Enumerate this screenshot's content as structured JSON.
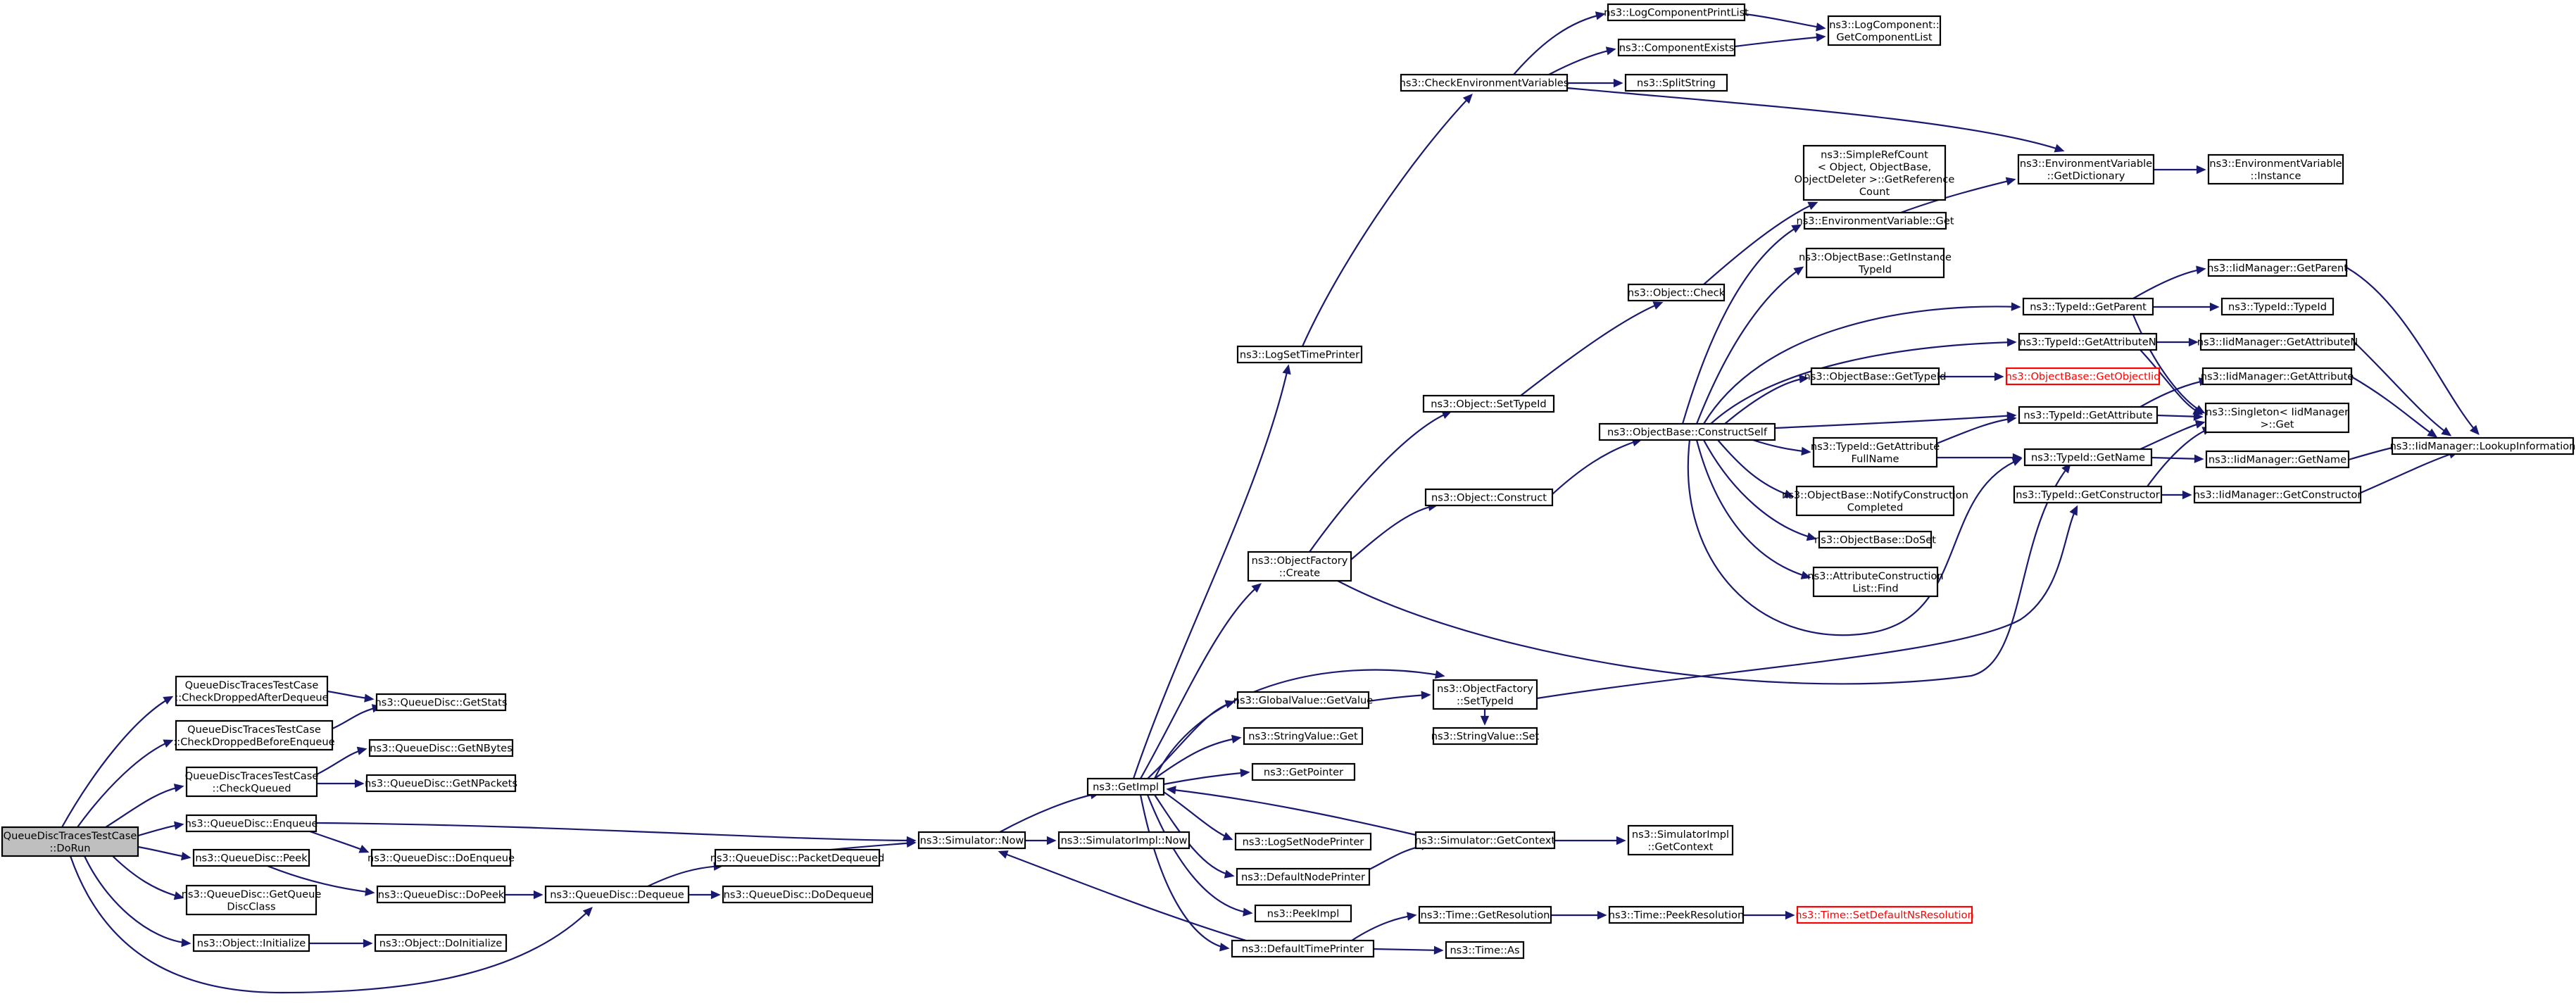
{
  "nodes": {
    "root": {
      "lines": [
        "QueueDiscTracesTestCase",
        "::DoRun"
      ]
    },
    "cdad": {
      "lines": [
        "QueueDiscTracesTestCase",
        "::CheckDroppedAfterDequeue"
      ]
    },
    "cdbe": {
      "lines": [
        "QueueDiscTracesTestCase",
        "::CheckDroppedBeforeEnqueue"
      ]
    },
    "cq": {
      "lines": [
        "QueueDiscTracesTestCase",
        "::CheckQueued"
      ]
    },
    "enq": {
      "lines": [
        "ns3::QueueDisc::Enqueue"
      ]
    },
    "peek": {
      "lines": [
        "ns3::QueueDisc::Peek"
      ]
    },
    "gqdc": {
      "lines": [
        "ns3::QueueDisc::GetQueue",
        "DiscClass"
      ]
    },
    "oinit": {
      "lines": [
        "ns3::Object::Initialize"
      ]
    },
    "gstats": {
      "lines": [
        "ns3::QueueDisc::GetStats"
      ]
    },
    "gnbytes": {
      "lines": [
        "ns3::QueueDisc::GetNBytes"
      ]
    },
    "gnpackets": {
      "lines": [
        "ns3::QueueDisc::GetNPackets"
      ]
    },
    "doenq": {
      "lines": [
        "ns3::QueueDisc::DoEnqueue"
      ]
    },
    "dopeek": {
      "lines": [
        "ns3::QueueDisc::DoPeek"
      ]
    },
    "odoinit": {
      "lines": [
        "ns3::Object::DoInitialize"
      ]
    },
    "deq": {
      "lines": [
        "ns3::QueueDisc::Dequeue"
      ]
    },
    "pktdeq": {
      "lines": [
        "ns3::QueueDisc::PacketDequeued"
      ]
    },
    "dodeq": {
      "lines": [
        "ns3::QueueDisc::DoDequeue"
      ]
    },
    "snow": {
      "lines": [
        "ns3::Simulator::Now"
      ]
    },
    "sinow": {
      "lines": [
        "ns3::SimulatorImpl::Now"
      ]
    },
    "getimpl": {
      "lines": [
        "ns3::GetImpl"
      ]
    },
    "logstp": {
      "lines": [
        "ns3::LogSetTimePrinter"
      ]
    },
    "checkenv": {
      "lines": [
        "ns3::CheckEnvironmentVariables"
      ]
    },
    "lcpl": {
      "lines": [
        "ns3::LogComponentPrintList"
      ]
    },
    "compex": {
      "lines": [
        "ns3::ComponentExists"
      ]
    },
    "splitstr": {
      "lines": [
        "ns3::SplitString"
      ]
    },
    "lcgcl": {
      "lines": [
        "ns3::LogComponent::",
        "GetComponentList"
      ]
    },
    "evgetdict": {
      "lines": [
        "ns3::EnvironmentVariable",
        "::GetDictionary"
      ]
    },
    "evinst": {
      "lines": [
        "ns3::EnvironmentVariable",
        "::Instance"
      ]
    },
    "ofcreate": {
      "lines": [
        "ns3::ObjectFactory",
        "::Create"
      ]
    },
    "osettid": {
      "lines": [
        "ns3::Object::SetTypeId"
      ]
    },
    "oconstruct": {
      "lines": [
        "ns3::Object::Construct"
      ]
    },
    "ocheck": {
      "lines": [
        "ns3::Object::Check"
      ]
    },
    "srcgrc": {
      "lines": [
        "ns3::SimpleRefCount",
        "< Object, ObjectBase,",
        " ObjectDeleter >::GetReference",
        "Count"
      ]
    },
    "evget": {
      "lines": [
        "ns3::EnvironmentVariable::Get"
      ]
    },
    "obgit": {
      "lines": [
        "ns3::ObjectBase::GetInstance",
        "TypeId"
      ]
    },
    "obcs": {
      "lines": [
        "ns3::ObjectBase::ConstructSelf"
      ]
    },
    "obgtid": {
      "lines": [
        "ns3::ObjectBase::GetTypeId"
      ]
    },
    "obgoid": {
      "lines": [
        "ns3::ObjectBase::GetObjectIid"
      ]
    },
    "tgafn": {
      "lines": [
        "ns3::TypeId::GetAttribute",
        "FullName"
      ]
    },
    "obnc": {
      "lines": [
        "ns3::ObjectBase::NotifyConstruction",
        "Completed"
      ]
    },
    "obdoset": {
      "lines": [
        "ns3::ObjectBase::DoSet"
      ]
    },
    "aclfind": {
      "lines": [
        "ns3::AttributeConstruction",
        "List::Find"
      ]
    },
    "tgetparent": {
      "lines": [
        "ns3::TypeId::GetParent"
      ]
    },
    "tgetattrn": {
      "lines": [
        "ns3::TypeId::GetAttributeN"
      ]
    },
    "tgetattr": {
      "lines": [
        "ns3::TypeId::GetAttribute"
      ]
    },
    "tgetname": {
      "lines": [
        "ns3::TypeId::GetName"
      ]
    },
    "tgetctor": {
      "lines": [
        "ns3::TypeId::GetConstructor"
      ]
    },
    "iidgp": {
      "lines": [
        "ns3::IidManager::GetParent"
      ]
    },
    "ttypeid": {
      "lines": [
        "ns3::TypeId::TypeId"
      ]
    },
    "iidgan": {
      "lines": [
        "ns3::IidManager::GetAttributeN"
      ]
    },
    "iidga": {
      "lines": [
        "ns3::IidManager::GetAttribute"
      ]
    },
    "singget": {
      "lines": [
        "ns3::Singleton< IidManager",
        " >::Get"
      ]
    },
    "iidgn": {
      "lines": [
        "ns3::IidManager::GetName"
      ]
    },
    "iidgc": {
      "lines": [
        "ns3::IidManager::GetConstructor"
      ]
    },
    "iidli": {
      "lines": [
        "ns3::IidManager::LookupInformation"
      ]
    },
    "gvgv": {
      "lines": [
        "ns3::GlobalValue::GetValue"
      ]
    },
    "svget": {
      "lines": [
        "ns3::StringValue::Get"
      ]
    },
    "getptr": {
      "lines": [
        "ns3::GetPointer"
      ]
    },
    "ofsettid": {
      "lines": [
        "ns3::ObjectFactory",
        "::SetTypeId"
      ]
    },
    "svset": {
      "lines": [
        "ns3::StringValue::Set"
      ]
    },
    "logsnp": {
      "lines": [
        "ns3::LogSetNodePrinter"
      ]
    },
    "dnp": {
      "lines": [
        "ns3::DefaultNodePrinter"
      ]
    },
    "peekimpl": {
      "lines": [
        "ns3::PeekImpl"
      ]
    },
    "dtp": {
      "lines": [
        "ns3::DefaultTimePrinter"
      ]
    },
    "sgetctx": {
      "lines": [
        "ns3::Simulator::GetContext"
      ]
    },
    "sigetctx": {
      "lines": [
        "ns3::SimulatorImpl",
        "::GetContext"
      ]
    },
    "tgetres": {
      "lines": [
        "ns3::Time::GetResolution"
      ]
    },
    "tpeekres": {
      "lines": [
        "ns3::Time::PeekResolution"
      ]
    },
    "tsdnr": {
      "lines": [
        "ns3::Time::SetDefaultNsResolution"
      ]
    },
    "tas": {
      "lines": [
        "ns3::Time::As"
      ]
    }
  }
}
